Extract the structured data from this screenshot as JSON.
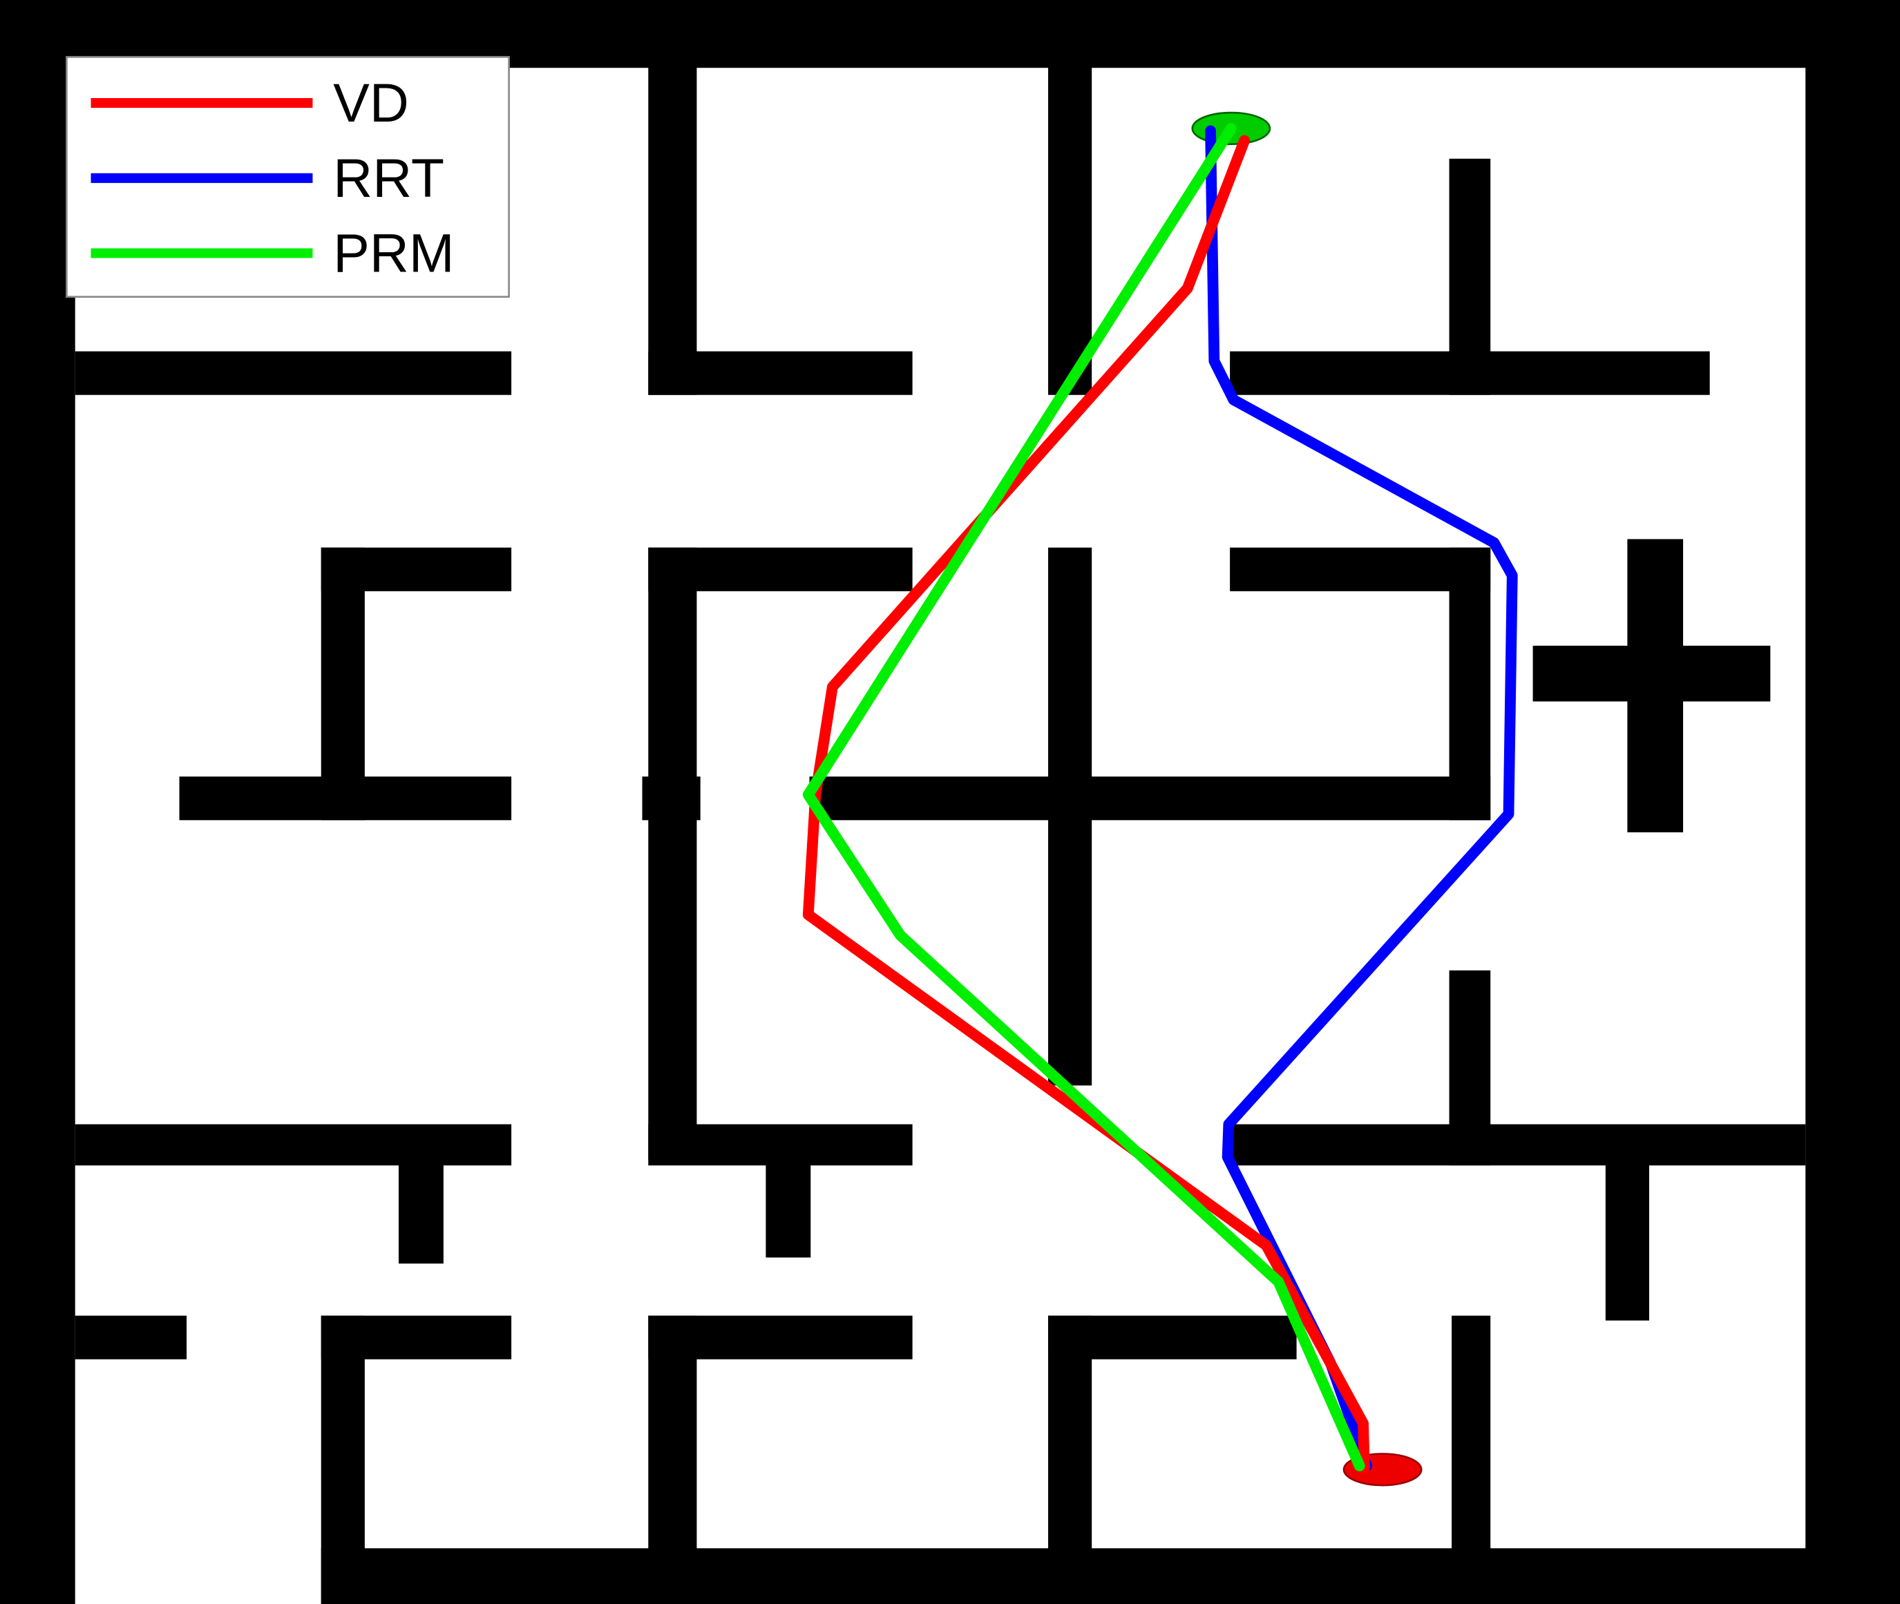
{
  "legend": {
    "items": [
      {
        "id": "vd",
        "label": "VD",
        "color": "#ff0000"
      },
      {
        "id": "rrt",
        "label": "RRT",
        "color": "#0000ff"
      },
      {
        "id": "prm",
        "label": "PRM",
        "color": "#00ee00"
      }
    ]
  },
  "markers": {
    "start_color": "#00cc00",
    "goal_color": "#ee0000"
  },
  "colors": {
    "walls": "#000000",
    "background": "#ffffff"
  }
}
